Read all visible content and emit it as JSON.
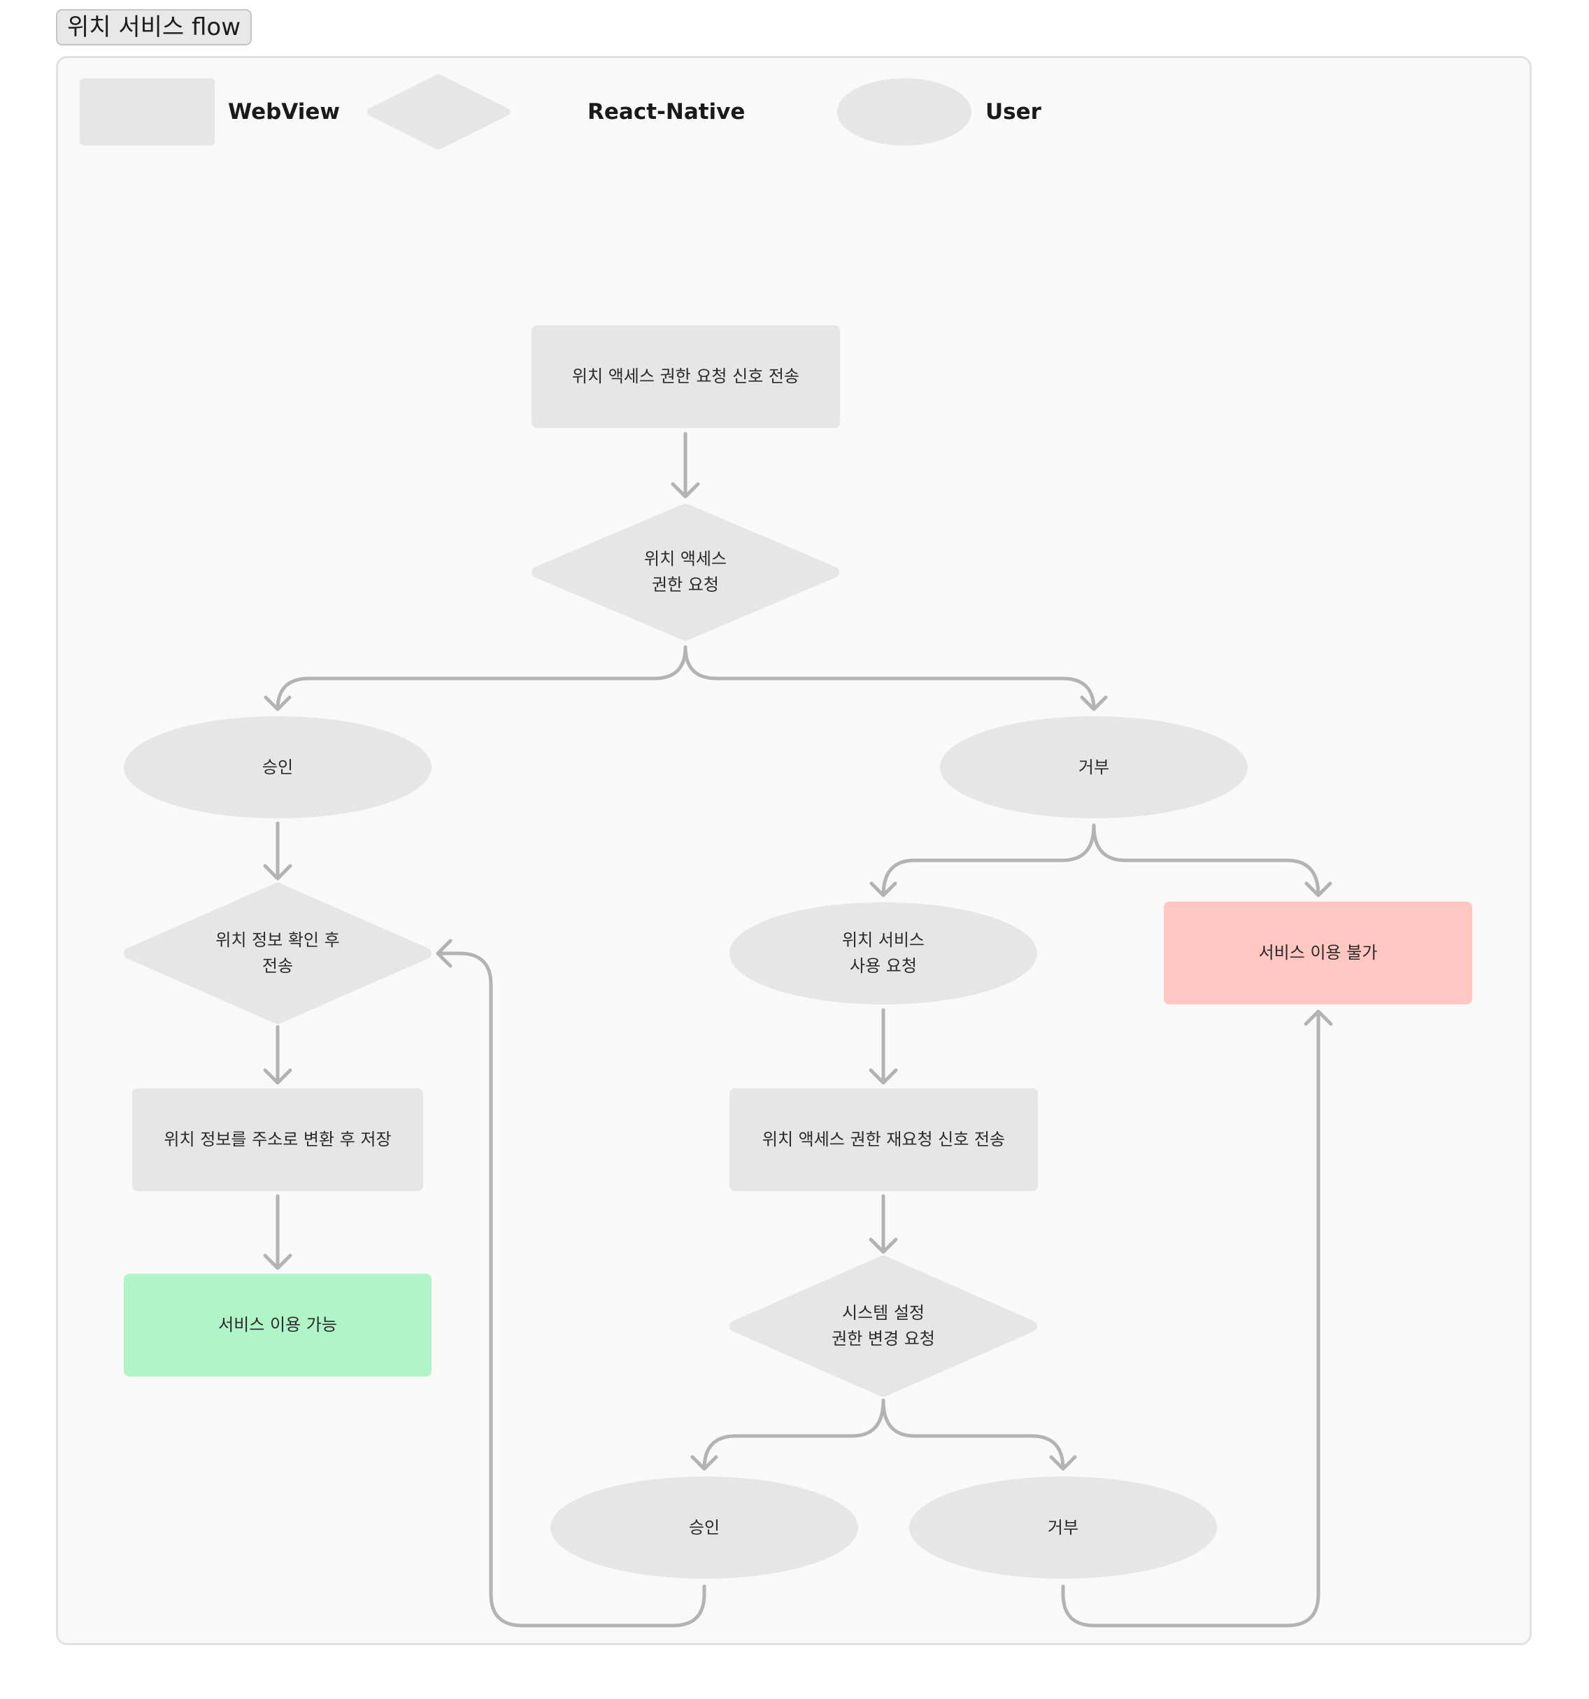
{
  "title": "위치 서비스 flow",
  "legend": {
    "webview": "WebView",
    "react_native": "React-Native",
    "user": "User"
  },
  "colors": {
    "node_fill": "#e6e6e6",
    "frame_fill": "#f9f9f9",
    "connector": "#b3b3b3",
    "success": "#b0f4c8",
    "failure": "#ffc6c2"
  },
  "nodes": {
    "send_permission_signal": "위치 액세스 권한 요청 신호 전송",
    "request_permission": "위치 액세스\n권한 요청",
    "approve_1": "승인",
    "deny_1": "거부",
    "check_location": "위치 정보 확인 후\n전송",
    "save_address": "위치 정보를 주소로 변환 후 저장",
    "service_available": "서비스 이용 가능",
    "request_location_use": "위치 서비스\n사용 요청",
    "service_unavailable": "서비스 이용 불가",
    "resend_permission_signal": "위치 액세스 권한 재요청 신호 전송",
    "system_settings": "시스템 설정\n권한 변경 요청",
    "approve_2": "승인",
    "deny_2": "거부"
  }
}
